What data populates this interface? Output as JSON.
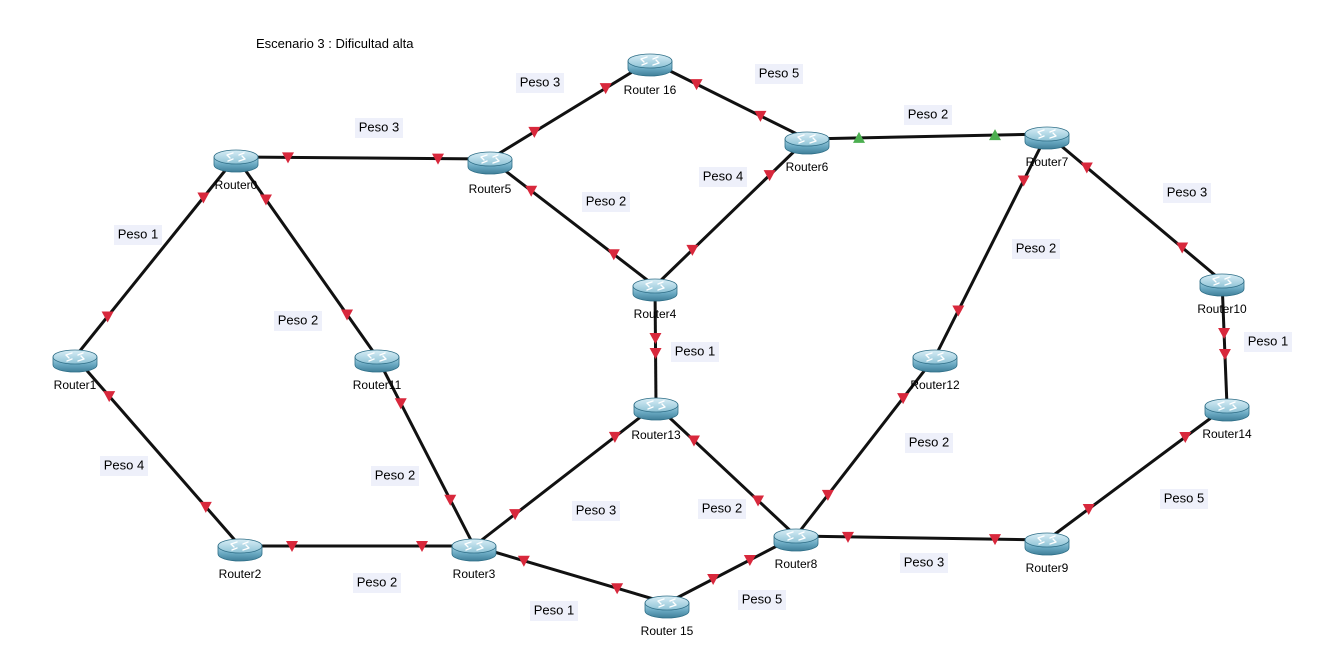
{
  "title": "Escenario 3 : Dificultad alta",
  "colors": {
    "port_down": "#d8283c",
    "port_up": "#4caf50",
    "link": "#111111",
    "label_bg": "#eef0fa"
  },
  "icons": {
    "router": "router-icon",
    "port_down": "down-port-icon",
    "port_up": "up-port-icon"
  },
  "routers": [
    {
      "id": "r0",
      "label": "Router0"
    },
    {
      "id": "r1",
      "label": "Router1"
    },
    {
      "id": "r2",
      "label": "Router2"
    },
    {
      "id": "r3",
      "label": "Router3"
    },
    {
      "id": "r4",
      "label": "Router4"
    },
    {
      "id": "r5",
      "label": "Router5"
    },
    {
      "id": "r6",
      "label": "Router6"
    },
    {
      "id": "r7",
      "label": "Router7"
    },
    {
      "id": "r8",
      "label": "Router8"
    },
    {
      "id": "r9",
      "label": "Router9"
    },
    {
      "id": "r10",
      "label": "Router10"
    },
    {
      "id": "r11",
      "label": "Router11"
    },
    {
      "id": "r12",
      "label": "Router12"
    },
    {
      "id": "r13",
      "label": "Router13"
    },
    {
      "id": "r14",
      "label": "Router14"
    },
    {
      "id": "r15",
      "label": "Router 15"
    },
    {
      "id": "r16",
      "label": "Router 16"
    }
  ],
  "links": [
    {
      "id": "l-0-5",
      "from": "Router0",
      "to": "Router5",
      "weight": "Peso 3",
      "status": "down"
    },
    {
      "id": "l-0-1",
      "from": "Router0",
      "to": "Router1",
      "weight": "Peso 1",
      "status": "down"
    },
    {
      "id": "l-0-11",
      "from": "Router0",
      "to": "Router11",
      "weight": "Peso 2",
      "status": "down"
    },
    {
      "id": "l-1-2",
      "from": "Router1",
      "to": "Router2",
      "weight": "Peso 4",
      "status": "down"
    },
    {
      "id": "l-2-3",
      "from": "Router2",
      "to": "Router3",
      "weight": "Peso 2",
      "status": "down"
    },
    {
      "id": "l-11-3",
      "from": "Router11",
      "to": "Router3",
      "weight": "Peso 2",
      "status": "down"
    },
    {
      "id": "l-3-13",
      "from": "Router3",
      "to": "Router13",
      "weight": "Peso 3",
      "status": "down"
    },
    {
      "id": "l-3-15",
      "from": "Router3",
      "to": "Router 15",
      "weight": "Peso 1",
      "status": "down"
    },
    {
      "id": "l-5-16",
      "from": "Router5",
      "to": "Router 16",
      "weight": "Peso 3",
      "status": "down"
    },
    {
      "id": "l-5-4",
      "from": "Router5",
      "to": "Router4",
      "weight": "Peso 2",
      "status": "down"
    },
    {
      "id": "l-16-6",
      "from": "Router 16",
      "to": "Router6",
      "weight": "Peso 5",
      "status": "down"
    },
    {
      "id": "l-6-4",
      "from": "Router6",
      "to": "Router4",
      "weight": "Peso 4",
      "status": "down"
    },
    {
      "id": "l-6-7",
      "from": "Router6",
      "to": "Router7",
      "weight": "Peso 2",
      "status": "up"
    },
    {
      "id": "l-4-13",
      "from": "Router4",
      "to": "Router13",
      "weight": "Peso 1",
      "status": "down"
    },
    {
      "id": "l-13-8",
      "from": "Router13",
      "to": "Router8",
      "weight": "Peso 2",
      "status": "down"
    },
    {
      "id": "l-15-8",
      "from": "Router 15",
      "to": "Router8",
      "weight": "Peso 5",
      "status": "down"
    },
    {
      "id": "l-8-12",
      "from": "Router8",
      "to": "Router12",
      "weight": "Peso 2",
      "status": "down"
    },
    {
      "id": "l-7-12",
      "from": "Router7",
      "to": "Router12",
      "weight": "Peso 2",
      "status": "down"
    },
    {
      "id": "l-7-10",
      "from": "Router7",
      "to": "Router10",
      "weight": "Peso 3",
      "status": "down"
    },
    {
      "id": "l-10-14",
      "from": "Router10",
      "to": "Router14",
      "weight": "Peso 1",
      "status": "down"
    },
    {
      "id": "l-8-9",
      "from": "Router8",
      "to": "Router9",
      "weight": "Peso 3",
      "status": "down"
    },
    {
      "id": "l-9-14",
      "from": "Router9",
      "to": "Router14",
      "weight": "Peso 5",
      "status": "down"
    }
  ]
}
